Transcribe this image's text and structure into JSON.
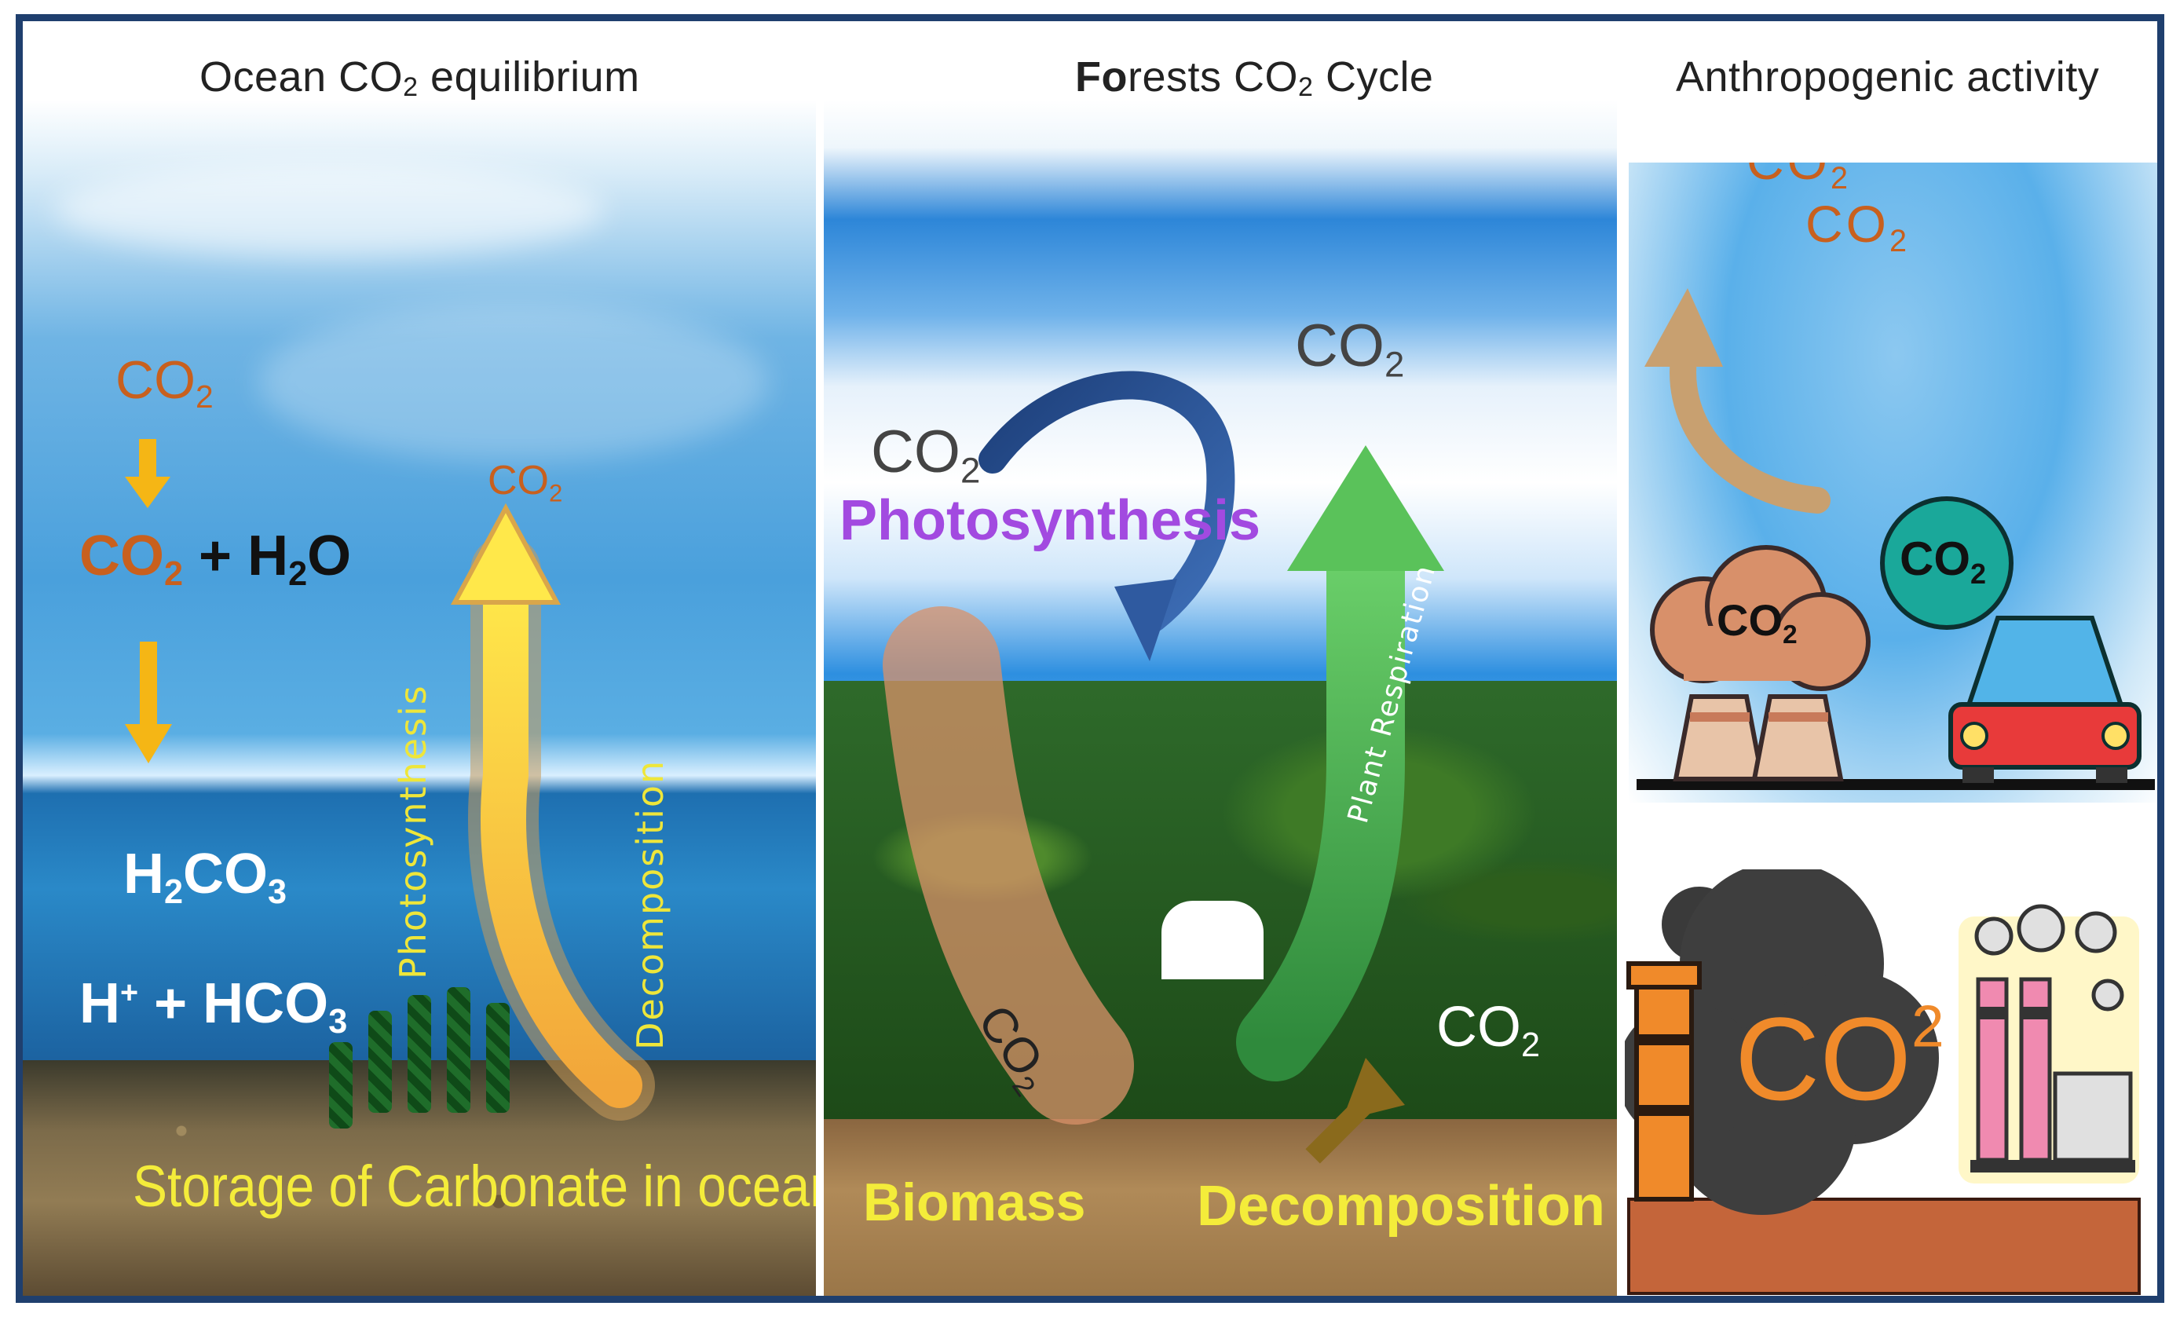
{
  "panels": {
    "ocean": {
      "title_prefix": "Ocean CO",
      "title_sub": "2",
      "title_suffix": " equilibrium",
      "surface_co2": {
        "base": "CO",
        "sub": "2"
      },
      "reaction_left": {
        "base": "CO",
        "sub": "2"
      },
      "reaction_mid": " + H",
      "reaction_sub": "2",
      "reaction_end": "O",
      "carbonic_acid": {
        "p1": "H",
        "s1": "2",
        "p2": "CO",
        "s2": "3"
      },
      "bicarbonate": {
        "p1": "H",
        "sup": "+",
        "p2": " + HCO",
        "s2": "3"
      },
      "rising_co2": {
        "base": "CO",
        "sub": "2"
      },
      "photosynthesis_label": "Photosynthesis",
      "decomposition_label": "Decomposition",
      "storage_label": "Storage of Carbonate in ocean"
    },
    "forest": {
      "title_bold": "Fo",
      "title_rest": "rests CO",
      "title_sub": "2",
      "title_end": " Cycle",
      "co2_left": {
        "base": "CO",
        "sub": "2"
      },
      "co2_top_right": {
        "base": "CO",
        "sub": "2"
      },
      "photosynthesis_label": "Photosynthesis",
      "plant_respiration_label": "Plant Respiration",
      "co2_biomass": {
        "base": "CO",
        "sub": "2"
      },
      "co2_decomp": {
        "base": "CO",
        "sub": "2"
      },
      "biomass_label": "Biomass",
      "decomposition_label": "Decomposition"
    },
    "anthro": {
      "title": "Anthropogenic activity",
      "co2_a": {
        "base": "CO",
        "sub": "2"
      },
      "co2_b": {
        "base": "CO",
        "sub": "2"
      },
      "factory_cloud_co2": {
        "base": "CO",
        "sub": "2"
      },
      "car_bubble_co2": {
        "base": "CO",
        "sub": "2"
      },
      "smoke_stack_co2": {
        "base": "CO",
        "sup": "2"
      }
    }
  },
  "colors": {
    "frame": "#1f3f6e",
    "co2_orange": "#c8601e",
    "yellow_text": "#f4ec3a",
    "purple_text": "#8a2be2",
    "blue_arrow": "#274a86",
    "green_arrow": "#46a849"
  },
  "icons": [
    "down-arrow-icon",
    "up-arrow-icon",
    "curved-arrow-icon",
    "factory-icon",
    "car-icon",
    "smokestack-icon",
    "industrial-plant-icon",
    "cloud-icon"
  ]
}
